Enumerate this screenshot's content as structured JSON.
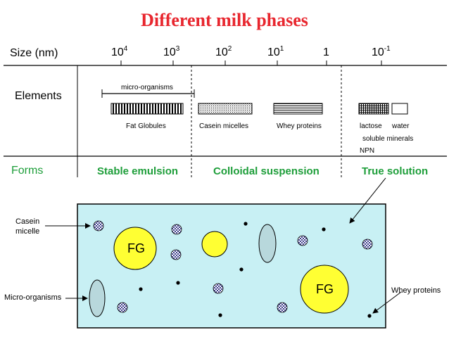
{
  "title": "Different milk phases",
  "rows": {
    "size": "Size (nm)",
    "elements": "Elements",
    "forms": "Forms"
  },
  "size_ticks": [
    {
      "base": "10",
      "exp": "4"
    },
    {
      "base": "10",
      "exp": "3"
    },
    {
      "base": "10",
      "exp": "2"
    },
    {
      "base": "10",
      "exp": "1"
    },
    {
      "base": "1",
      "exp": ""
    },
    {
      "base": "10",
      "exp": "-1"
    }
  ],
  "elements": {
    "micro_organisms": "micro-organisms",
    "fat_globules": "Fat Globules",
    "casein_micelles": "Casein micelles",
    "whey_proteins": "Whey proteins",
    "lactose": "lactose",
    "water": "water",
    "soluble_minerals": "soluble minerals",
    "npn": "NPN"
  },
  "forms": {
    "stable_emulsion": "Stable emulsion",
    "colloidal_suspension": "Colloidal suspension",
    "true_solution": "True solution"
  },
  "diagram": {
    "fg_label_1": "FG",
    "fg_label_2": "FG",
    "casein_label": "Casein\nmicelle",
    "micro_label": "Micro-organisms",
    "whey_label": "Whey proteins"
  },
  "colors": {
    "title": "#e8262e",
    "forms": "#1e9e3a",
    "milk_bg": "#c8f0f4",
    "fat_globule": "#ffff33",
    "micro": "#b8d8dc"
  }
}
